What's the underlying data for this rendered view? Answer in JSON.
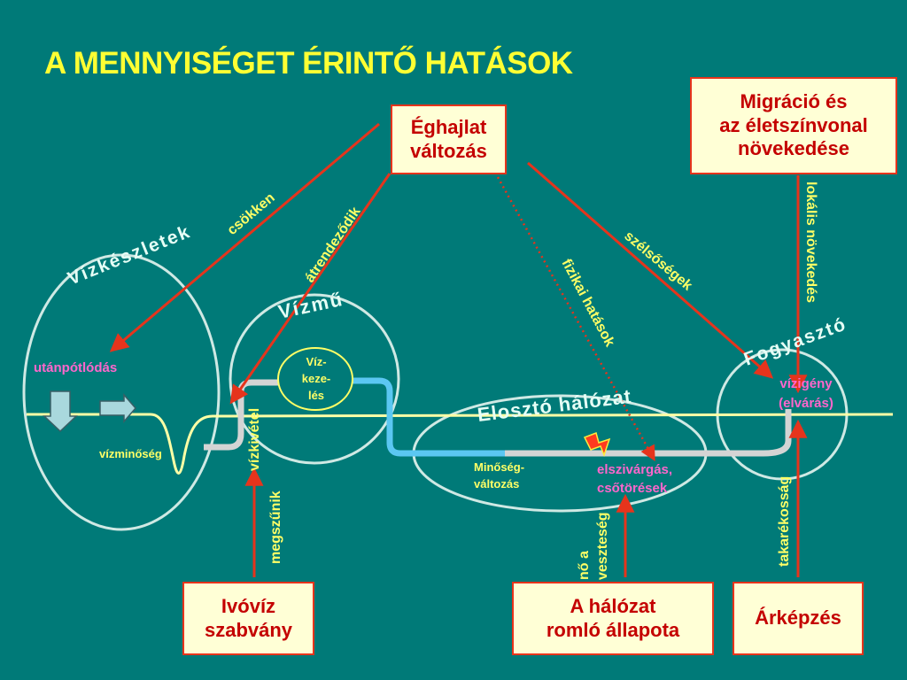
{
  "title": "A MENNYISÉGET ÉRINTŐ HATÁSOK",
  "colors": {
    "background": "#007a78",
    "arrow": "#e6341c",
    "box_fill": "#ffffd6",
    "box_text": "#c40000",
    "title": "#ffff33",
    "label": "#ffff66",
    "circle_label": "#e6fff6",
    "pink_label": "#ff66cc"
  },
  "boxes": {
    "climate": [
      "Éghajlat",
      "változás"
    ],
    "migration": [
      "Migráció és",
      "az életszínvonal",
      "növekedése"
    ],
    "drinking_water": [
      "Ivóvíz",
      "szabvány"
    ],
    "network": [
      "A hálózat",
      "romló állapota"
    ],
    "pricing": [
      "Árképzés"
    ]
  },
  "circles": {
    "resources": "Vízkészletek",
    "waterworks": "Vízmű",
    "distribution": "Elosztó hálózat",
    "consumer": "Fogyasztó"
  },
  "arrow_labels": {
    "decreases": "csökken",
    "rearranges": "átrendeződik",
    "physical_effects": "fizikai hatások",
    "extremes": "szélsőségek",
    "local_growth": "lokális növekedés",
    "ceases": "megszűnik",
    "loss_grows_1": "nő a",
    "loss_grows_2": "veszteség",
    "saving": "takarékosság"
  },
  "nodes": {
    "recharge": "utánpótlódás",
    "water_quality": "vízminőség",
    "intake": "vízkivétel",
    "treatment": [
      "Víz-",
      "keze-",
      "lés"
    ],
    "quality_change": [
      "Minőség-",
      "változás"
    ],
    "leakage": [
      "elszivárgás,",
      "csőtörések"
    ],
    "demand": [
      "vízigény",
      "(elvárás)"
    ]
  }
}
